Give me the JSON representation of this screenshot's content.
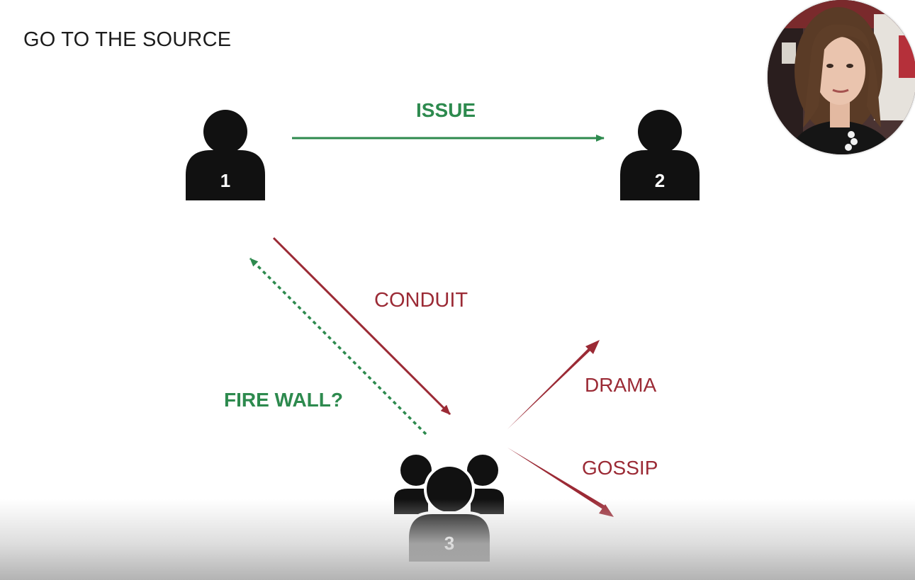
{
  "slide": {
    "title": "GO TO THE SOURCE"
  },
  "people": [
    {
      "id": "person-1",
      "number": "1"
    },
    {
      "id": "person-2",
      "number": "2"
    },
    {
      "id": "group-3",
      "number": "3"
    }
  ],
  "labels": {
    "issue": "ISSUE",
    "conduit": "CONDUIT",
    "fire_wall": "FIRE WALL?",
    "drama": "DRAMA",
    "gossip": "GOSSIP"
  },
  "colors": {
    "green": "#2d8a4e",
    "red": "#9b2a35",
    "person": "#111111"
  }
}
